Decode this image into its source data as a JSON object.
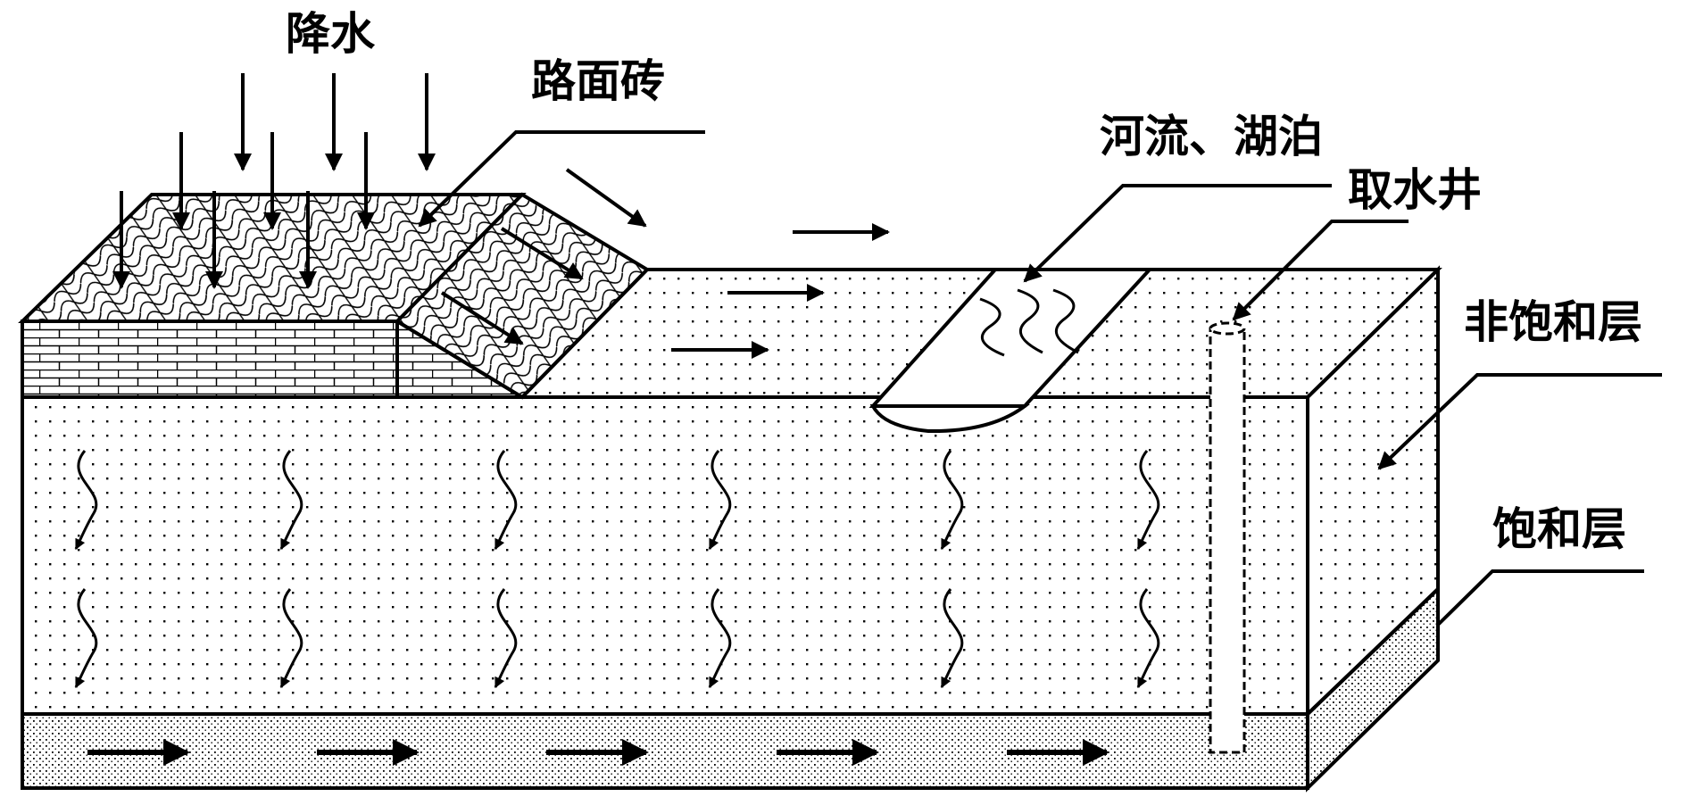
{
  "labels": {
    "precipitation": "降水",
    "paving_brick": "路面砖",
    "river_lake": "河流、湖泊",
    "water_well": "取水井",
    "unsaturated_zone": "非饱和层",
    "saturated_zone": "饱和层"
  },
  "colors": {
    "line": "#000000",
    "fill": "#ffffff"
  }
}
